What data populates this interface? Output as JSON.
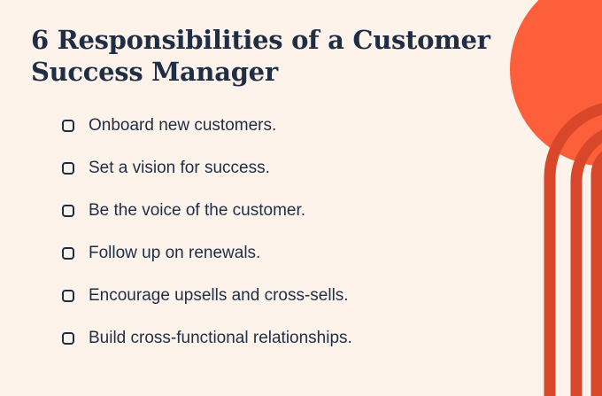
{
  "heading": {
    "line1": "6 Responsibilities of a Customer",
    "line2": "Success Manager"
  },
  "checklist": [
    {
      "label": "Onboard new customers.",
      "checked": false
    },
    {
      "label": "Set a vision for success.",
      "checked": false
    },
    {
      "label": "Be the voice of the customer.",
      "checked": false
    },
    {
      "label": "Follow up on renewals.",
      "checked": false
    },
    {
      "label": "Encourage upsells and cross-sells.",
      "checked": false
    },
    {
      "label": "Build cross-functional relationships.",
      "checked": false
    }
  ],
  "colors": {
    "background": "#fdf3ea",
    "text": "#1f2e45",
    "accent_circle": "#fc5f3a",
    "accent_arches": "#d9472a"
  }
}
